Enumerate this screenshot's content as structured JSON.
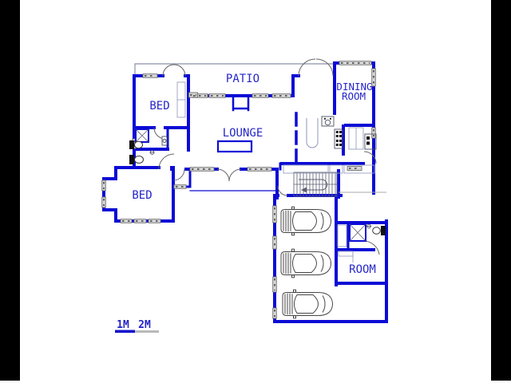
{
  "floor_plan": {
    "labels": {
      "bed_top": "BED",
      "patio": "PATIO",
      "dining_line1": "DINING",
      "dining_line2": "ROOM",
      "lounge": "LOUNGE",
      "bed_lower": "BED",
      "room": "ROOM"
    },
    "scale_bar": {
      "mark_1m": "1M",
      "mark_2m": "2M"
    },
    "garage": {
      "car_count": 3
    },
    "colors": {
      "wall_blue": "#0b0bd6",
      "label_blue": "#2626c9",
      "window_gray": "#d6d6d6",
      "letterbox_black": "#000000",
      "furniture_light": "#9aa0c0",
      "fixture_dark": "#444444",
      "scale_bar_blue": "#1515cc",
      "scale_bar_gray": "#b9b9b9"
    }
  }
}
